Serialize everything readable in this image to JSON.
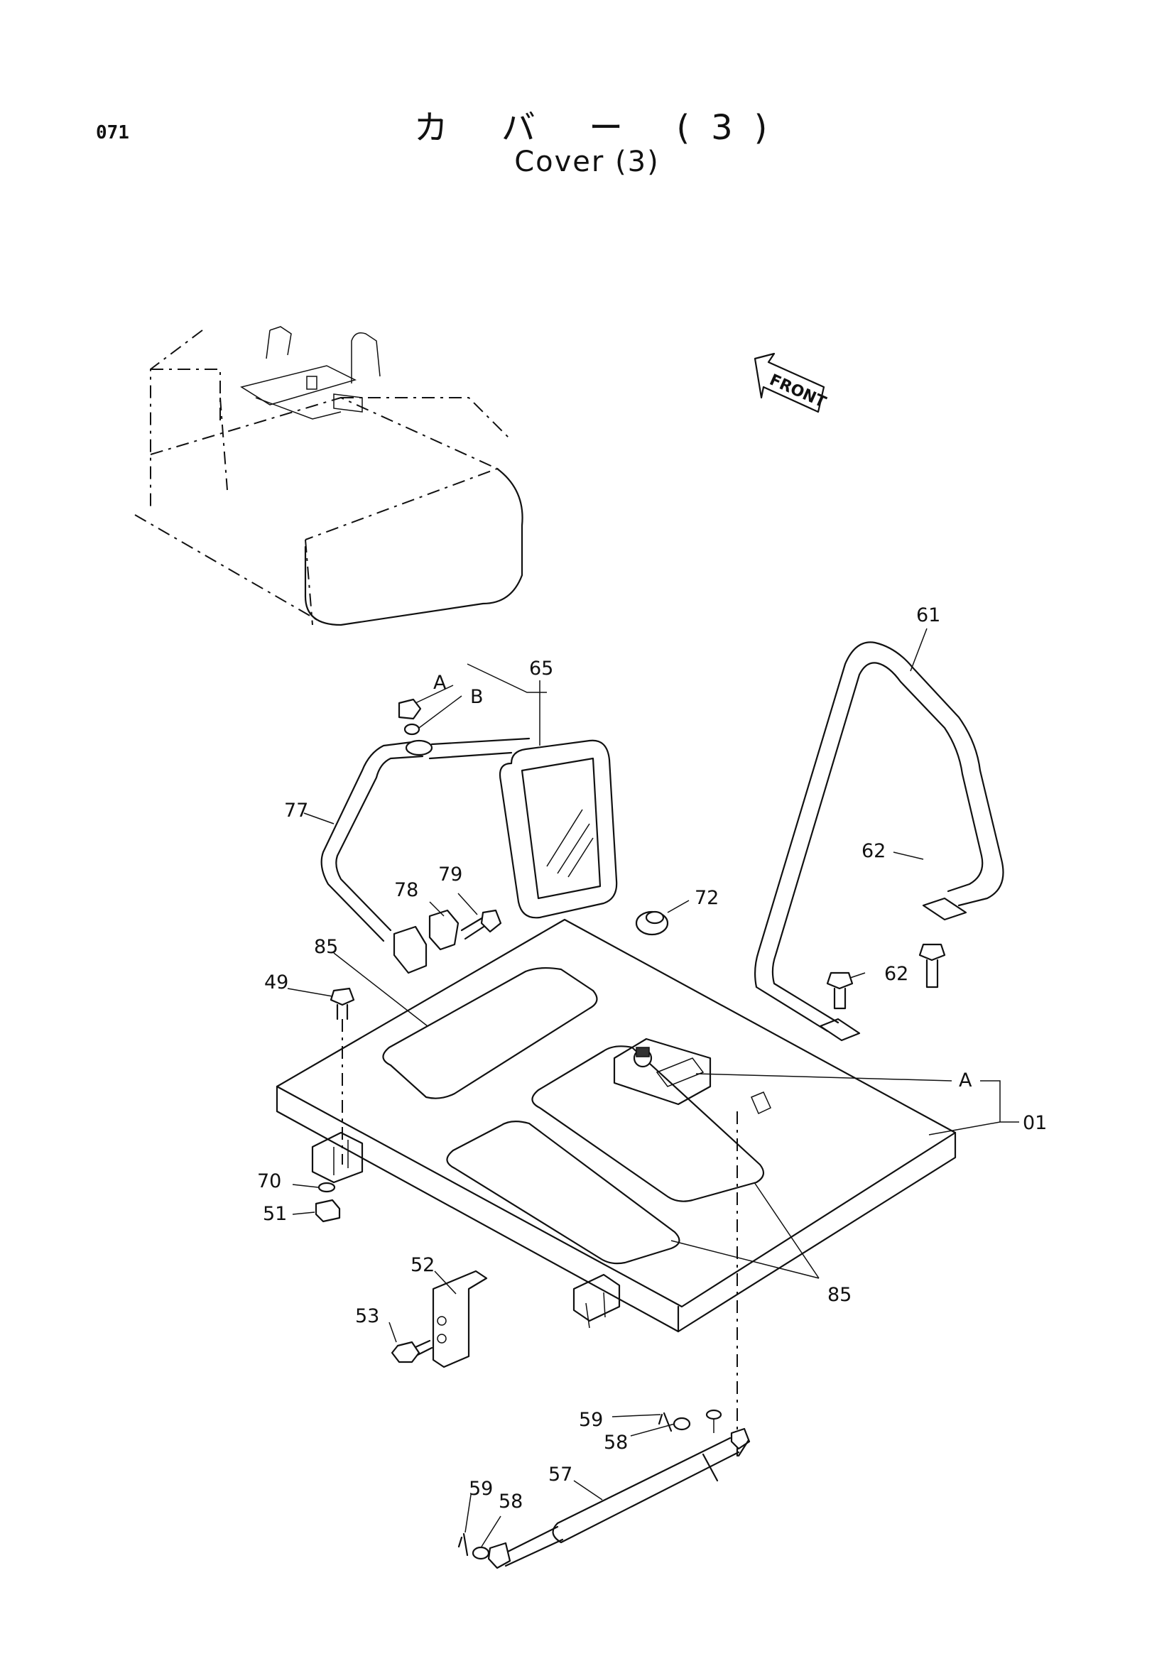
{
  "header": {
    "page_number": "071",
    "title_ja": "カ バ ー (3)",
    "title_en": "Cover (3)"
  },
  "front_arrow": {
    "label": "FRONT"
  },
  "callouts": {
    "c61": "61",
    "c65": "65",
    "cA1": "A",
    "cB": "B",
    "c77": "77",
    "c62a": "62",
    "c62b": "62",
    "c79": "79",
    "c78": "78",
    "c72": "72",
    "c85a": "85",
    "c49": "49",
    "cA2": "A",
    "c01": "01",
    "c70": "70",
    "c51": "51",
    "c52": "52",
    "c85b": "85",
    "c53": "53",
    "c59a": "59",
    "c58a": "58",
    "c57": "57",
    "c59b": "59",
    "c58b": "58"
  }
}
